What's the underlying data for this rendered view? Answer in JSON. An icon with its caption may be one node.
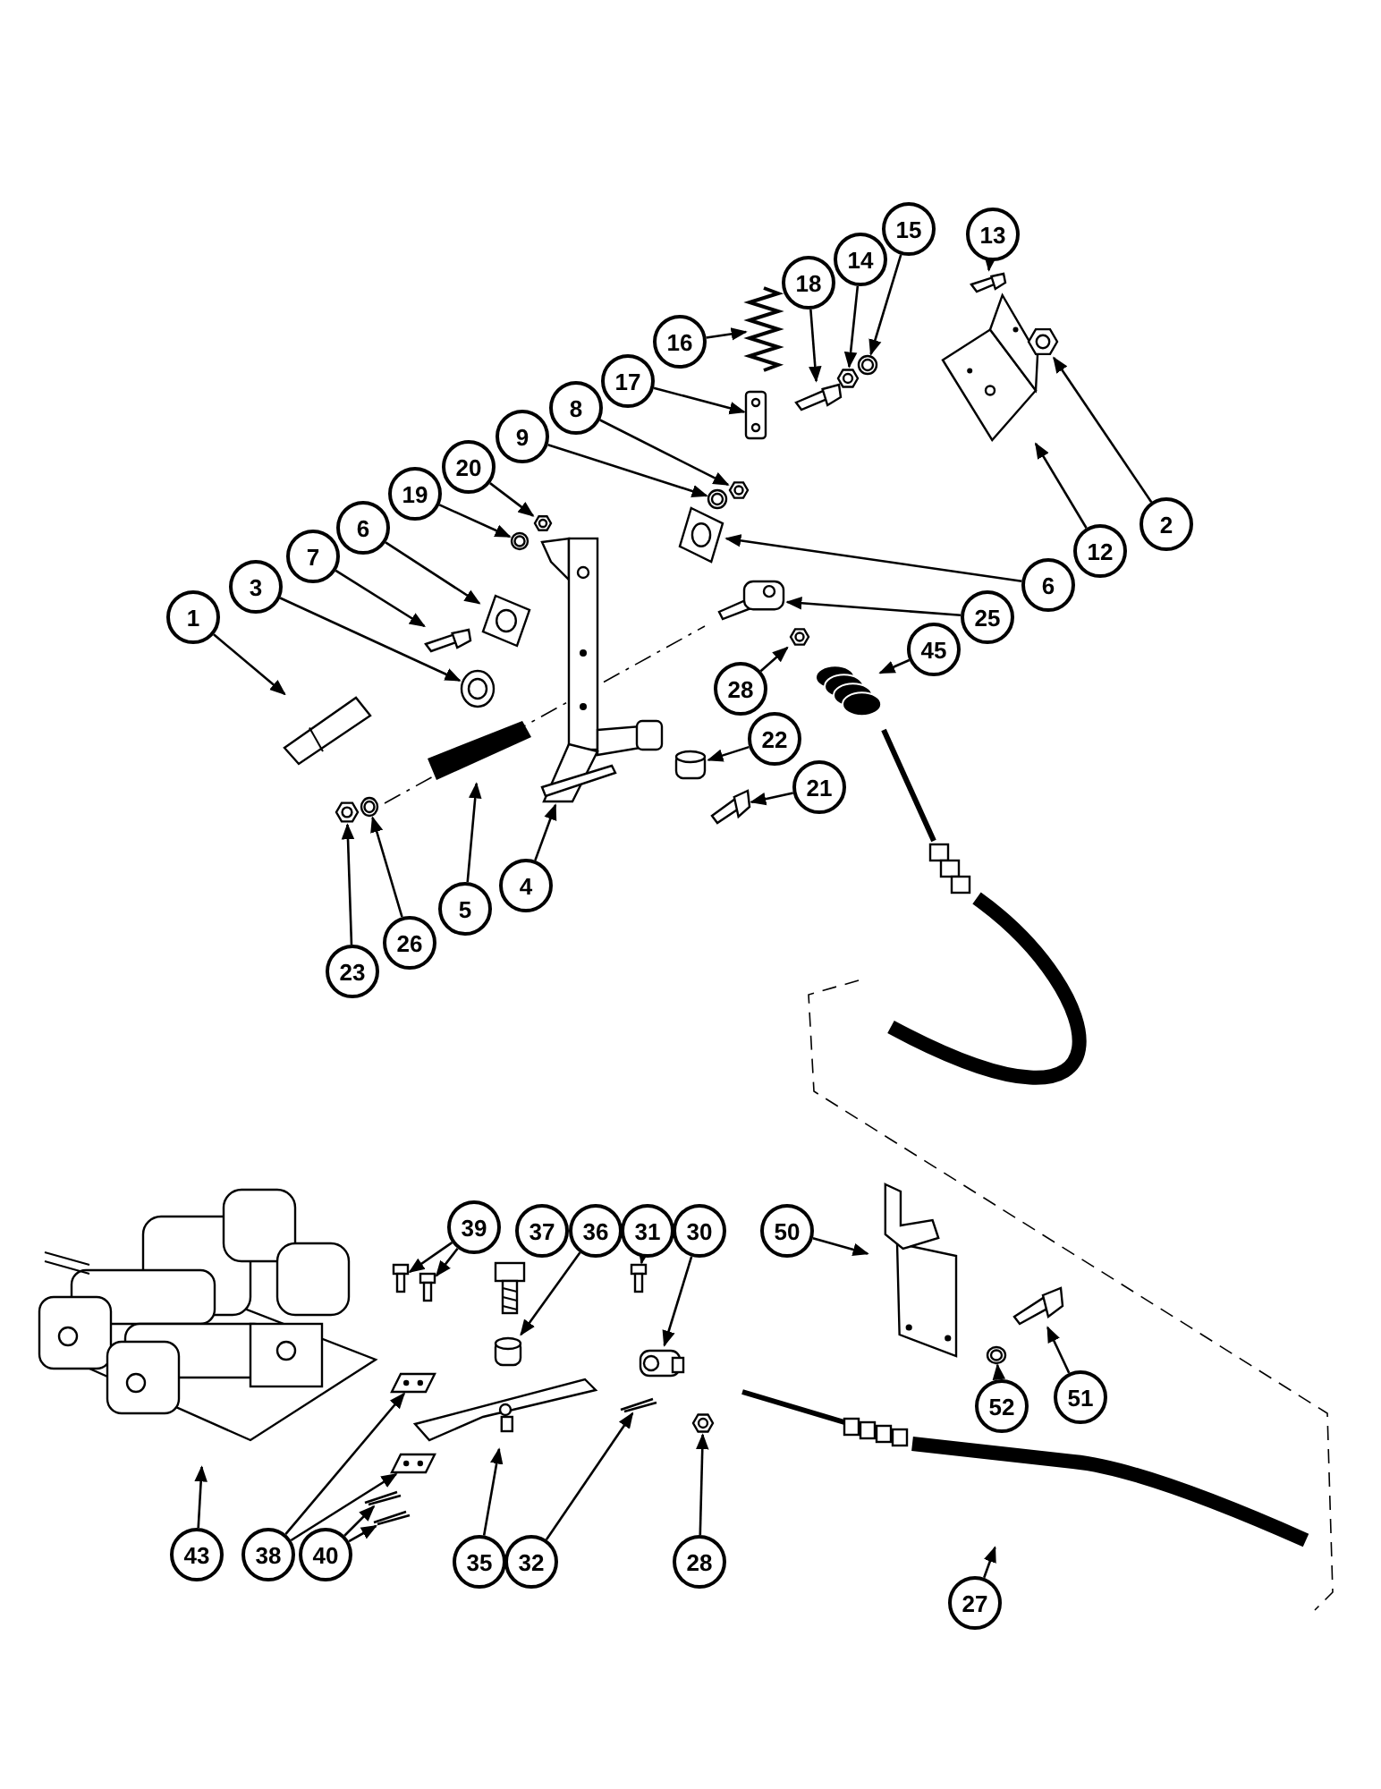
{
  "diagram": {
    "nodes": [
      {
        "text": [
          "13"
        ]
      },
      {
        "text": [],
        "shape": "picture"
      },
      {
        "text": [
          "15"
        ]
      },
      {
        "text": [],
        "shape": "picture"
      },
      {
        "text": [
          "14"
        ]
      },
      {
        "text": [],
        "shape": "picture"
      },
      {
        "text": [
          "18"
        ]
      },
      {
        "text": [],
        "shape": "picture"
      },
      {
        "text": [
          "16"
        ]
      },
      {
        "text": [],
        "shape": "picture"
      },
      {
        "text": [
          "17"
        ]
      },
      {
        "text": [],
        "shape": "picture"
      },
      {
        "text": [
          "12"
        ]
      },
      {
        "text": [],
        "shape": "picture"
      },
      {
        "text": [
          "2"
        ]
      },
      {
        "text": [],
        "shape": "picture"
      },
      {
        "text": [
          "8"
        ]
      },
      {
        "text": [],
        "shape": "picture"
      },
      {
        "text": [
          "9"
        ]
      },
      {
        "text": [],
        "shape": "picture"
      },
      {
        "text": [
          "20"
        ]
      },
      {
        "text": [],
        "shape": "picture"
      },
      {
        "text": [
          "19"
        ]
      },
      {
        "text": [],
        "shape": "picture"
      },
      {
        "text": [
          "6"
        ]
      },
      {
        "text": [],
        "shape": "picture"
      },
      {
        "text": [
          "7"
        ]
      },
      {
        "text": [],
        "shape": "picture"
      },
      {
        "text": [
          "6"
        ]
      },
      {
        "text": [],
        "shape": "picture"
      },
      {
        "text": [
          "25"
        ]
      },
      {
        "text": [],
        "shape": "picture"
      },
      {
        "text": [
          "3"
        ]
      },
      {
        "text": [],
        "shape": "picture"
      },
      {
        "text": [
          "1"
        ]
      },
      {
        "text": [],
        "shape": "picture"
      },
      {
        "text": [
          "45"
        ]
      },
      {
        "text": [],
        "shape": "picture"
      },
      {
        "text": [
          "28"
        ]
      },
      {
        "text": [],
        "shape": "picture"
      },
      {
        "text": [
          "22"
        ]
      },
      {
        "text": [],
        "shape": "picture"
      },
      {
        "text": [
          "21"
        ]
      },
      {
        "text": [],
        "shape": "picture"
      },
      {
        "text": [
          "5"
        ]
      },
      {
        "text": [],
        "shape": "picture"
      },
      {
        "text": [
          "4"
        ]
      },
      {
        "text": [],
        "shape": "picture"
      },
      {
        "text": [
          "26"
        ]
      },
      {
        "text": [],
        "shape": "picture"
      },
      {
        "text": [
          "23"
        ]
      },
      {
        "text": [],
        "shape": "picture"
      },
      {
        "text": [
          "43"
        ]
      },
      {
        "text": [],
        "shape": "picture"
      },
      {
        "text": [
          "39"
        ]
      },
      {
        "text": [],
        "shape": "picture"
      },
      {
        "text": [],
        "shape": "picture"
      },
      {
        "text": [
          "36"
        ]
      },
      {
        "text": [],
        "shape": "picture"
      },
      {
        "text": [
          "31"
        ]
      },
      {
        "text": [],
        "shape": "picture"
      },
      {
        "text": [
          "30"
        ]
      },
      {
        "text": [],
        "shape": "picture"
      },
      {
        "text": [
          "50"
        ]
      },
      {
        "text": [],
        "shape": "picture"
      },
      {
        "text": [
          "52"
        ]
      },
      {
        "text": [],
        "shape": "picture"
      },
      {
        "text": [
          "51"
        ]
      },
      {
        "text": [],
        "shape": "picture"
      },
      {
        "text": [
          "38"
        ]
      },
      {
        "text": [],
        "shape": "picture"
      },
      {
        "text": [],
        "shape": "picture"
      },
      {
        "text": [
          "40"
        ]
      },
      {
        "text": [],
        "shape": "picture"
      },
      {
        "text": [],
        "shape": "picture"
      },
      {
        "text": [
          "35"
        ]
      },
      {
        "text": [],
        "shape": "picture"
      },
      {
        "text": [
          "32"
        ]
      },
      {
        "text": [],
        "shape": "picture"
      },
      {
        "text": [
          "28"
        ]
      },
      {
        "text": [],
        "shape": "picture"
      },
      {
        "text": [
          "27"
        ]
      },
      {
        "text": [],
        "shape": "picture"
      },
      {
        "text": [
          "37"
        ]
      }
    ],
    "edges": [
      {
        "from": 0,
        "to": 1,
        "arrow": "to"
      },
      {
        "from": 2,
        "to": 3,
        "arrow": "to"
      },
      {
        "from": 4,
        "to": 5,
        "arrow": "to"
      },
      {
        "from": 6,
        "to": 7,
        "arrow": "to"
      },
      {
        "from": 8,
        "to": 9,
        "arrow": "to"
      },
      {
        "from": 10,
        "to": 11,
        "arrow": "to"
      },
      {
        "from": 12,
        "to": 13,
        "arrow": "to"
      },
      {
        "from": 14,
        "to": 15,
        "arrow": "to"
      },
      {
        "from": 16,
        "to": 17,
        "arrow": "to"
      },
      {
        "from": 18,
        "to": 19,
        "arrow": "to"
      },
      {
        "from": 20,
        "to": 21,
        "arrow": "to"
      },
      {
        "from": 22,
        "to": 23,
        "arrow": "to"
      },
      {
        "from": 24,
        "to": 25,
        "arrow": "to"
      },
      {
        "from": 26,
        "to": 27,
        "arrow": "to"
      },
      {
        "from": 28,
        "to": 29,
        "arrow": "to"
      },
      {
        "from": 30,
        "to": 31,
        "arrow": "to"
      },
      {
        "from": 32,
        "to": 33,
        "arrow": "to"
      },
      {
        "from": 34,
        "to": 35,
        "arrow": "to"
      },
      {
        "from": 36,
        "to": 37,
        "arrow": "to"
      },
      {
        "from": 38,
        "to": 39,
        "arrow": "to"
      },
      {
        "from": 40,
        "to": 41,
        "arrow": "to"
      },
      {
        "from": 42,
        "to": 43,
        "arrow": "to"
      },
      {
        "from": 44,
        "to": 45,
        "arrow": "to"
      },
      {
        "from": 46,
        "to": 47,
        "arrow": "to"
      },
      {
        "from": 48,
        "to": 49,
        "arrow": "to"
      },
      {
        "from": 50,
        "to": 51,
        "arrow": "to"
      },
      {
        "from": 52,
        "to": 53,
        "arrow": "to"
      },
      {
        "from": 54,
        "to": 55,
        "arrow": "to"
      },
      {
        "from": 54,
        "to": 56,
        "arrow": "to"
      },
      {
        "from": 57,
        "to": 58,
        "arrow": "to"
      },
      {
        "from": 59,
        "to": 60,
        "arrow": "to"
      },
      {
        "from": 61,
        "to": 62,
        "arrow": "to"
      },
      {
        "from": 63,
        "to": 64,
        "arrow": "to"
      },
      {
        "from": 65,
        "to": 66,
        "arrow": "to"
      },
      {
        "from": 67,
        "to": 68,
        "arrow": "to"
      },
      {
        "from": 69,
        "to": 70,
        "arrow": "to"
      },
      {
        "from": 69,
        "to": 71,
        "arrow": "to"
      },
      {
        "from": 72,
        "to": 73,
        "arrow": "to"
      },
      {
        "from": 72,
        "to": 74,
        "arrow": "to"
      },
      {
        "from": 75,
        "to": 76,
        "arrow": "to"
      },
      {
        "from": 77,
        "to": 78,
        "arrow": "to"
      },
      {
        "from": 79,
        "to": 80,
        "arrow": "to"
      },
      {
        "from": 81,
        "to": 82,
        "arrow": "to"
      }
    ]
  }
}
